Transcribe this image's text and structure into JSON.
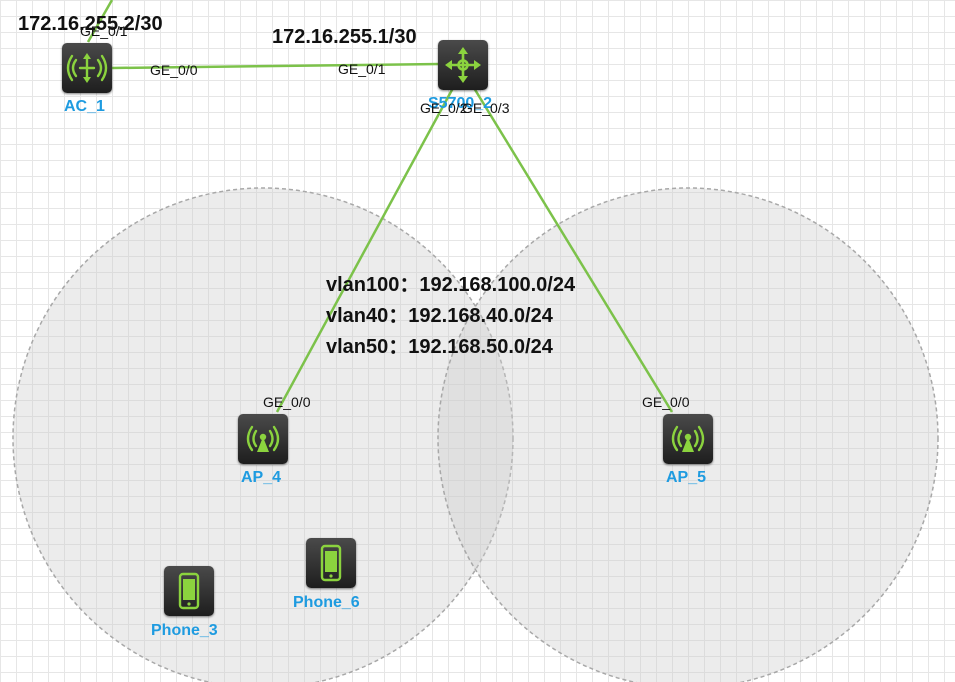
{
  "devices": {
    "ac": {
      "name": "AC_1",
      "icon": "wireless-ac-icon"
    },
    "switch": {
      "name": "S5700_2",
      "icon": "l3-switch-icon"
    },
    "ap4": {
      "name": "AP_4",
      "icon": "access-point-icon"
    },
    "ap5": {
      "name": "AP_5",
      "icon": "access-point-icon"
    },
    "phone3": {
      "name": "Phone_3",
      "icon": "phone-icon"
    },
    "phone6": {
      "name": "Phone_6",
      "icon": "phone-icon"
    }
  },
  "ports": {
    "ac_ge01": "GE_0/1",
    "ac_ge00": "GE_0/0",
    "sw_ge01": "GE_0/1",
    "sw_ge02": "GE_0/2",
    "sw_ge03": "GE_0/3",
    "ap4_ge00": "GE_0/0",
    "ap5_ge00": "GE_0/0"
  },
  "annotations": {
    "ac_ip": "172.16.255.2/30",
    "sw_ip": "172.16.255.1/30",
    "vlan100": "vlan100：192.168.100.0/24",
    "vlan40": "vlan40：192.168.40.0/24",
    "vlan50": "vlan50：192.168.50.0/24"
  },
  "colors": {
    "link": "#7cc24a",
    "device_icon_accent": "#8bd33e",
    "label": "#1e9be0",
    "coverage_fill": "#d9d9d9",
    "grid": "#e6e6e6"
  }
}
